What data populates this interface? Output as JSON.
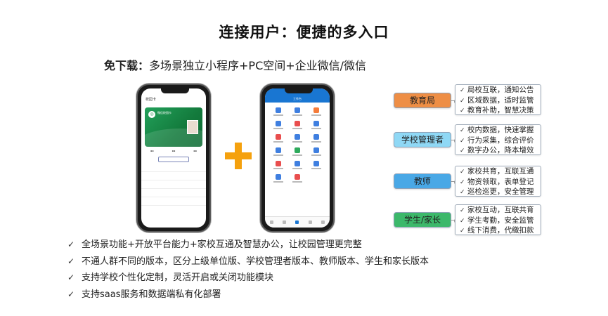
{
  "title": "连接用户：便捷的多入口",
  "subtitle": {
    "lead": "免下载：",
    "text": "多场景独立小程序+PC空间+企业微信/微信"
  },
  "phones": {
    "left": {
      "header": "校园卡",
      "card_name": "微信校园卡"
    },
    "right": {
      "header": "工作台"
    }
  },
  "roles": [
    {
      "label": "教育局",
      "features": [
        "局校互联，通知公告",
        "区域数据，适时监管",
        "教育补助，智慧决策"
      ]
    },
    {
      "label": "学校管理者",
      "features": [
        "校内数据，快速掌握",
        "行为采集，综合评价",
        "数字办公，降本增效"
      ]
    },
    {
      "label": "教师",
      "features": [
        "家校共育，互联互通",
        "物资领取，表单登记",
        "巡检巡更，安全管理"
      ]
    },
    {
      "label": "学生/家长",
      "features": [
        "家校互动，互联共育",
        "学生考勤，安全监管",
        "线下消费，代缴扣款"
      ]
    }
  ],
  "bullets": [
    "全场景功能+开放平台能力+家校互通及智慧办公，让校园管理更完整",
    "不通人群不同的版本，区分上级单位版、学校管理者版本、教师版本、学生和家长版本",
    "支持学校个性化定制，灵活开启或关闭功能模块",
    "支持saas服务和数据端私有化部署"
  ],
  "colors": {
    "edu": "#ee8e45",
    "admin": "#8fd8f5",
    "teacher": "#49a8e6",
    "parent": "#3cb86a",
    "plus": "#f5a10e",
    "workbench_blue": "#1976d2"
  }
}
